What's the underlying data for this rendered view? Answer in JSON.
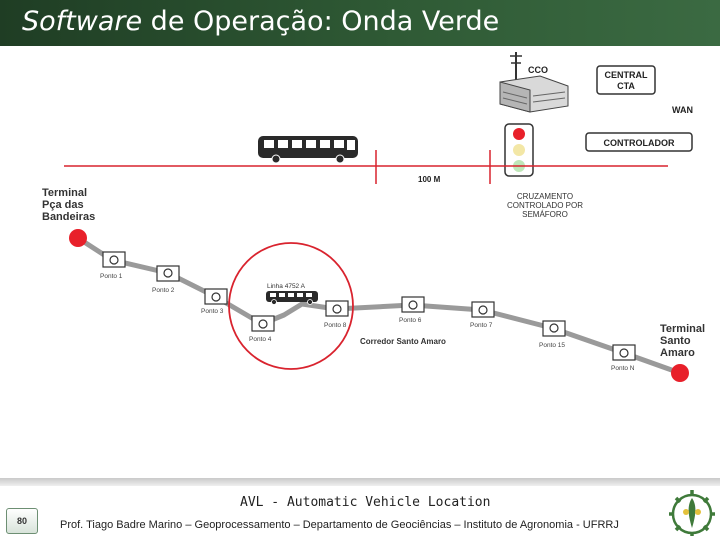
{
  "header": {
    "title_italic": "Software",
    "title_rest": " de Operação: Onda Verde"
  },
  "diagram": {
    "cco_label": "CCO",
    "central_label_line1": "CENTRAL",
    "central_label_line2": "CTA",
    "wan_label": "WAN",
    "controlador_label": "CONTROLADOR",
    "scale_label": "100 M",
    "crossing_line1": "CRUZAMENTO",
    "crossing_line2": "CONTROLADO POR",
    "crossing_line3": "SEMÁFORO",
    "terminal_left_line1": "Terminal",
    "terminal_left_line2": "Pça das",
    "terminal_left_line3": "Bandeiras",
    "terminal_right_line1": "Terminal",
    "terminal_right_line2": "Santo",
    "terminal_right_line3": "Amaro",
    "bus_line_label": "Linha 4752 A",
    "corridor_label": "Corredor Santo Amaro",
    "stops": [
      "Ponto 1",
      "Ponto 2",
      "Ponto 3",
      "Ponto 4",
      "Ponto 8",
      "Ponto 6",
      "Ponto 7",
      "Ponto 15",
      "Ponto N"
    ]
  },
  "footer": {
    "title": "AVL - Automatic Vehicle Location",
    "credit": "Prof. Tiago Badre Marino – Geoprocessamento – Departamento de Geociências – Instituto de Agronomia - UFRRJ",
    "page_number": "80"
  },
  "colors": {
    "header_bg": "#2f5a35",
    "route_line": "#9a9a9a",
    "red_line": "#d9232e",
    "terminal_dot": "#e8202a"
  }
}
